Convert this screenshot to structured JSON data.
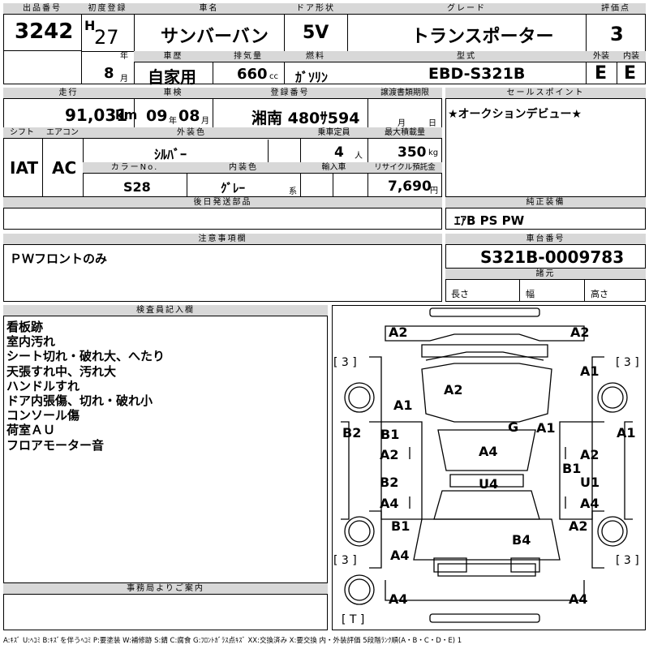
{
  "header": {
    "lot_no_label": "出品番号",
    "lot_no": "3242",
    "first_reg_label": "初度登録",
    "era": "H",
    "year": "27",
    "year_unit": "年",
    "month": "8",
    "month_unit": "月",
    "car_name_label": "車名",
    "car_name": "サンバーバン",
    "door_label": "ドア形状",
    "door": "5V",
    "grade_label": "グレード",
    "grade": "トランスポーター",
    "score_label": "評価点",
    "score": "3",
    "history_label": "車歴",
    "history": "自家用",
    "displacement_label": "排気量",
    "displacement": "660",
    "displacement_unit": "cc",
    "fuel_label": "燃料",
    "fuel": "ｶﾞｿﾘﾝ",
    "model_label": "型式",
    "model": "EBD-S321B",
    "exterior_label": "外装",
    "exterior": "E",
    "interior_label": "内装",
    "interior": "E"
  },
  "specs": {
    "mileage_label": "走行",
    "mileage": "91,031",
    "mileage_unit": "km",
    "inspection_label": "車検",
    "insp_year": "09",
    "insp_year_unit": "年",
    "insp_month": "08",
    "insp_month_unit": "月",
    "plate_label": "登録番号",
    "plate": "湘南 480ｻ594",
    "transfer_label": "譲渡書類期限",
    "transfer_month_unit": "月",
    "transfer_day_unit": "日",
    "shift_label": "シフト",
    "shift": "IAT",
    "ac_label": "エアコン",
    "ac": "AC",
    "ext_color_label": "外装色",
    "ext_color": "ｼﾙﾊﾞｰ",
    "capacity_label": "乗車定員",
    "capacity": "4",
    "capacity_unit": "人",
    "max_load_label": "最大積載量",
    "max_load": "350",
    "max_load_unit": "kg",
    "color_no_label": "カラーNo.",
    "color_no": "S28",
    "int_color_label": "内装色",
    "int_color": "ｸﾞﾚｰ",
    "int_color_unit": "系",
    "import_label": "輸入車",
    "recycle_label": "リサイクル預託金",
    "recycle": "7,690",
    "recycle_unit": "円"
  },
  "sales_point": {
    "label": "セールスポイント",
    "text": "★オークションデビュー★"
  },
  "parts_later": {
    "label": "後日発送部品"
  },
  "equipment": {
    "label": "純正装備",
    "text": "ｴｱB PS PW"
  },
  "caution": {
    "label": "注意事項欄",
    "text": "ＰＷフロントのみ"
  },
  "chassis": {
    "label": "車台番号",
    "number": "S321B-0009783"
  },
  "dims": {
    "label": "諸元",
    "length": "長さ",
    "width": "幅",
    "height": "高さ"
  },
  "inspector": {
    "label": "検査員記入欄",
    "notes": [
      "看板跡",
      "室内汚れ",
      "シート切れ・破れ大、へたり",
      "天張すれ中、汚れ大",
      "ハンドルすれ",
      "ドア内張傷、切れ・破れ小",
      "コンソール傷",
      "荷室ＡＵ",
      "フロアモーター音"
    ]
  },
  "office": {
    "label": "事務局よりご案内"
  },
  "tire_marks": {
    "fl": "[ 3 ]",
    "fr": "[ 3 ]",
    "rl": "[ 3 ]",
    "rr": "[ 3 ]",
    "spare": "[ T ]"
  },
  "damage_codes": [
    "A2",
    "A2",
    "A1",
    "A1",
    "A2",
    "B2",
    "B1",
    "A2",
    "A1",
    "G",
    "A1",
    "A4",
    "A2",
    "B1",
    "B2",
    "A4",
    "U4",
    "U1",
    "A4",
    "B1",
    "A2",
    "B4",
    "A4",
    "A4",
    "A4"
  ],
  "legend": "A:ｷｽﾞ U:ﾍｺﾐ B:ｷｽﾞを伴うﾍｺﾐ P:要塗装 W:補修跡 S:錆 C:腐食 G:ﾌﾛﾝﾄｶﾞﾗｽ点ｷｽﾞ XX:交換済み X:要交換 内・外装評価 5段階ﾗﾝｸ順(A・B・C・D・E) 1"
}
